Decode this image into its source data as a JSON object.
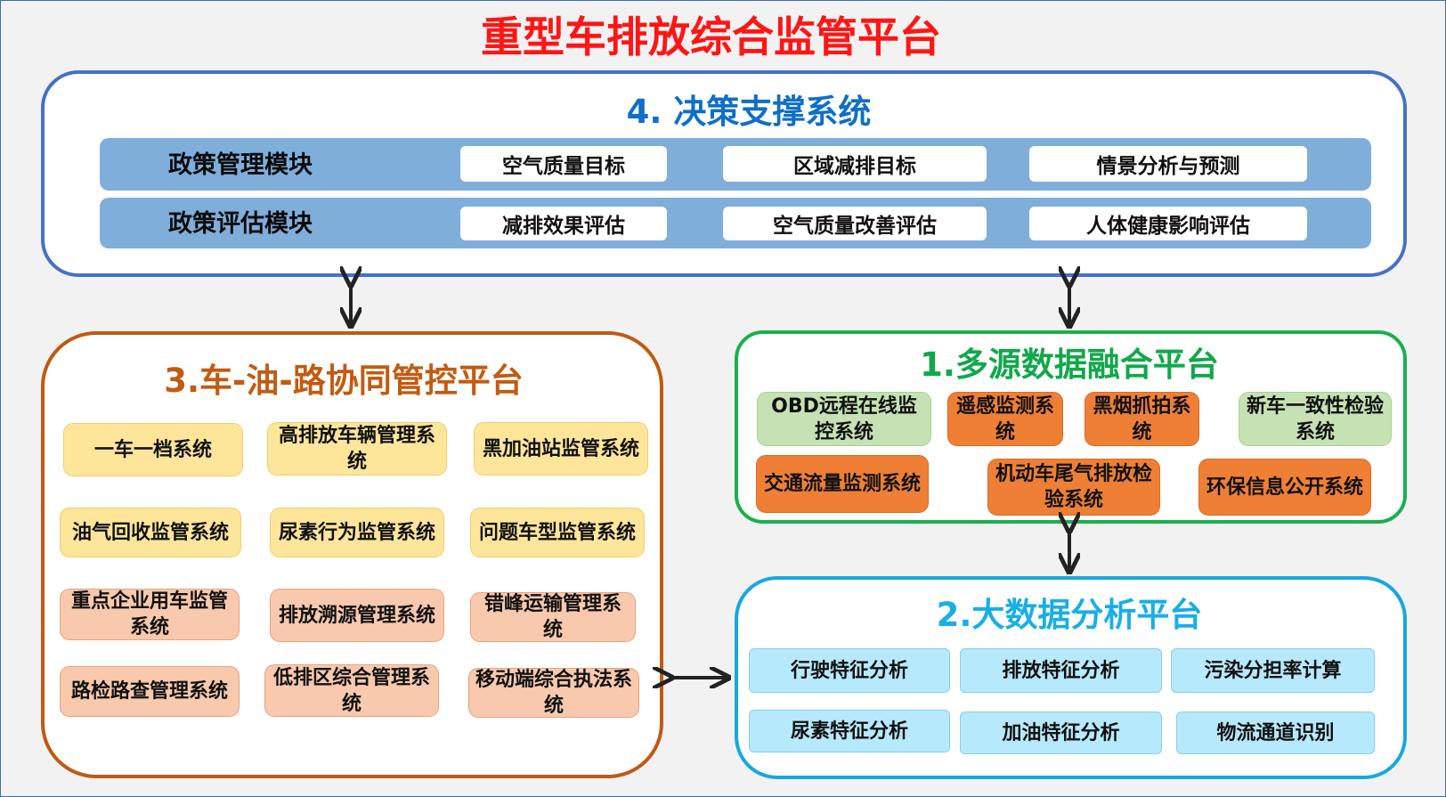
{
  "title": "重型车排放综合监管平台",
  "colors": {
    "title": "#ff1515",
    "decision": "#4472c4",
    "vehicle": "#c05a14",
    "multisource": "#19b04d",
    "bigdata": "#16a8e0"
  },
  "decision": {
    "title": "4. 决策支撑系统",
    "rows": [
      {
        "label": "政策管理模块",
        "items": [
          "空气质量目标",
          "区域减排目标",
          "情景分析与预测"
        ]
      },
      {
        "label": "政策评估模块",
        "items": [
          "减排效果评估",
          "空气质量改善评估",
          "人体健康影响评估"
        ]
      }
    ]
  },
  "vehicle": {
    "title": "3.车-油-路协同管控平台",
    "items": [
      "一车一档系统",
      "高排放车辆管理系统",
      "黑加油站监管系统",
      "油气回收监管系统",
      "尿素行为监管系统",
      "问题车型监管系统",
      "重点企业用车监管系统",
      "排放溯源管理系统",
      "错峰运输管理系统",
      "路检路查管理系统",
      "低排区综合管理系统",
      "移动端综合执法系统"
    ]
  },
  "multisource": {
    "title": "1.多源数据融合平台",
    "items": [
      "OBD远程在线监控系统",
      "遥感监测系统",
      "黑烟抓拍系统",
      "新车一致性检验系统",
      "交通流量监测系统",
      "机动车尾气排放检验系统",
      "环保信息公开系统"
    ]
  },
  "bigdata": {
    "title": "2.大数据分析平台",
    "items": [
      "行驶特征分析",
      "排放特征分析",
      "污染分担率计算",
      "尿素特征分析",
      "加油特征分析",
      "物流通道识别"
    ]
  }
}
